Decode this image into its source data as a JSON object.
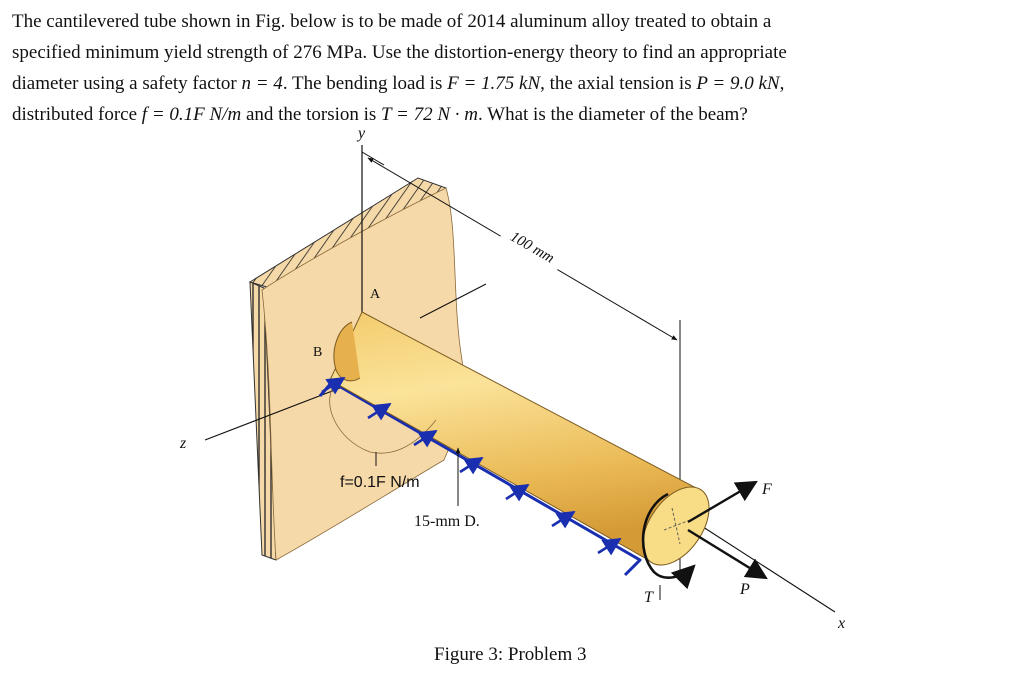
{
  "problem": {
    "line1": "The cantilevered tube shown in Fig. below is to be made of 2014 aluminum alloy treated to obtain a",
    "line2": "specified minimum yield strength of 276 MPa. Use the distortion-energy theory to find an appropriate",
    "line3_a": "diameter using a safety factor ",
    "line3_n": "n = 4",
    "line3_b": ". The bending load is ",
    "line3_F": "F = 1.75 kN",
    "line3_c": ", the axial tension is ",
    "line3_P": "P = 9.0 kN",
    "line3_d": ",",
    "line4_a": "distributed force ",
    "line4_f": "f = 0.1F N/m",
    "line4_b": " and the torsion is ",
    "line4_T": "T = 72 N · m",
    "line4_c": ". What is the diameter of the beam?"
  },
  "figure": {
    "axis_y": "y",
    "axis_z": "z",
    "axis_x": "x",
    "point_A": "A",
    "point_B": "B",
    "dimension_length": "100 mm",
    "distributed_load_label": "f=0.1F N/m",
    "diameter_label": "15-mm D.",
    "force_F": "F",
    "force_P": "P",
    "torque_T": "T",
    "caption": "Figure 3: Problem 3"
  },
  "colors": {
    "wall": "#f6d9a8",
    "tube_light": "#f8dc86",
    "tube_mid": "#eec257",
    "tube_dark": "#d9a23a",
    "load_arrows": "#1a2fb0"
  }
}
